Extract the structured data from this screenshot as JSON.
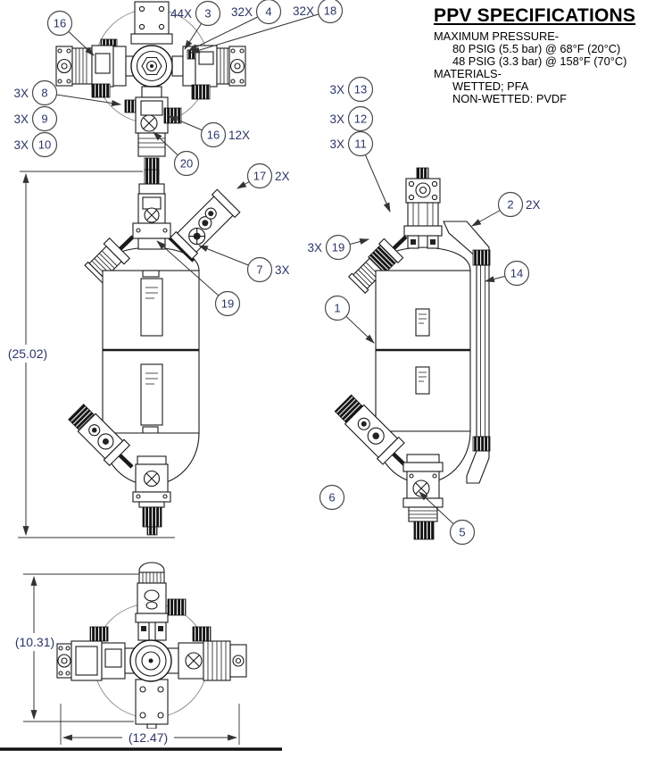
{
  "specs": {
    "title": "PPV SPECIFICATIONS",
    "lines": [
      {
        "text": "MAXIMUM PRESSURE-",
        "indent": 0
      },
      {
        "text": "80 PSIG (5.5 bar) @ 68°F (20°C)",
        "indent": 1
      },
      {
        "text": "48 PSIG (3.3 bar) @ 158°F (70°C)",
        "indent": 1
      },
      {
        "text": "MATERIALS-",
        "indent": 0
      },
      {
        "text": "WETTED; PFA",
        "indent": 1
      },
      {
        "text": "NON-WETTED: PVDF",
        "indent": 1
      }
    ]
  },
  "dimensions": {
    "overall_height": "(25.02)",
    "bottom_view_height": "(10.31)",
    "bottom_view_width": "(12.47)"
  },
  "callouts": [
    {
      "num": "16",
      "qty": "",
      "view": "top"
    },
    {
      "num": "3",
      "qty": "44X",
      "qty_position": "left",
      "view": "top"
    },
    {
      "num": "4",
      "qty": "32X",
      "qty_position": "left",
      "view": "top"
    },
    {
      "num": "18",
      "qty": "32X",
      "qty_position": "left",
      "view": "top"
    },
    {
      "num": "8",
      "qty": "3X",
      "qty_position": "left",
      "view": "top"
    },
    {
      "num": "9",
      "qty": "3X",
      "qty_position": "left",
      "view": "top"
    },
    {
      "num": "10",
      "qty": "3X",
      "qty_position": "left",
      "view": "top"
    },
    {
      "num": "16",
      "qty": "12X",
      "qty_position": "right",
      "view": "top"
    },
    {
      "num": "20",
      "qty": "",
      "view": "top"
    },
    {
      "num": "17",
      "qty": "2X",
      "qty_position": "right",
      "view": "side-left"
    },
    {
      "num": "7",
      "qty": "3X",
      "qty_position": "right",
      "view": "side-left"
    },
    {
      "num": "19",
      "qty": "",
      "view": "side-left"
    },
    {
      "num": "13",
      "qty": "3X",
      "qty_position": "left",
      "view": "side-right"
    },
    {
      "num": "12",
      "qty": "3X",
      "qty_position": "left",
      "view": "side-right"
    },
    {
      "num": "11",
      "qty": "3X",
      "qty_position": "left",
      "view": "side-right"
    },
    {
      "num": "19",
      "qty": "3X",
      "qty_position": "left",
      "view": "side-right"
    },
    {
      "num": "2",
      "qty": "2X",
      "qty_position": "right",
      "view": "side-right"
    },
    {
      "num": "14",
      "qty": "",
      "view": "side-right"
    },
    {
      "num": "1",
      "qty": "",
      "view": "side-right"
    },
    {
      "num": "6",
      "qty": "",
      "view": "side-right"
    },
    {
      "num": "5",
      "qty": "",
      "view": "side-right"
    }
  ],
  "colors": {
    "line": "#1a1a1a",
    "callout_text": "#2b3566",
    "spec_text": "#000000",
    "background": "#ffffff"
  }
}
